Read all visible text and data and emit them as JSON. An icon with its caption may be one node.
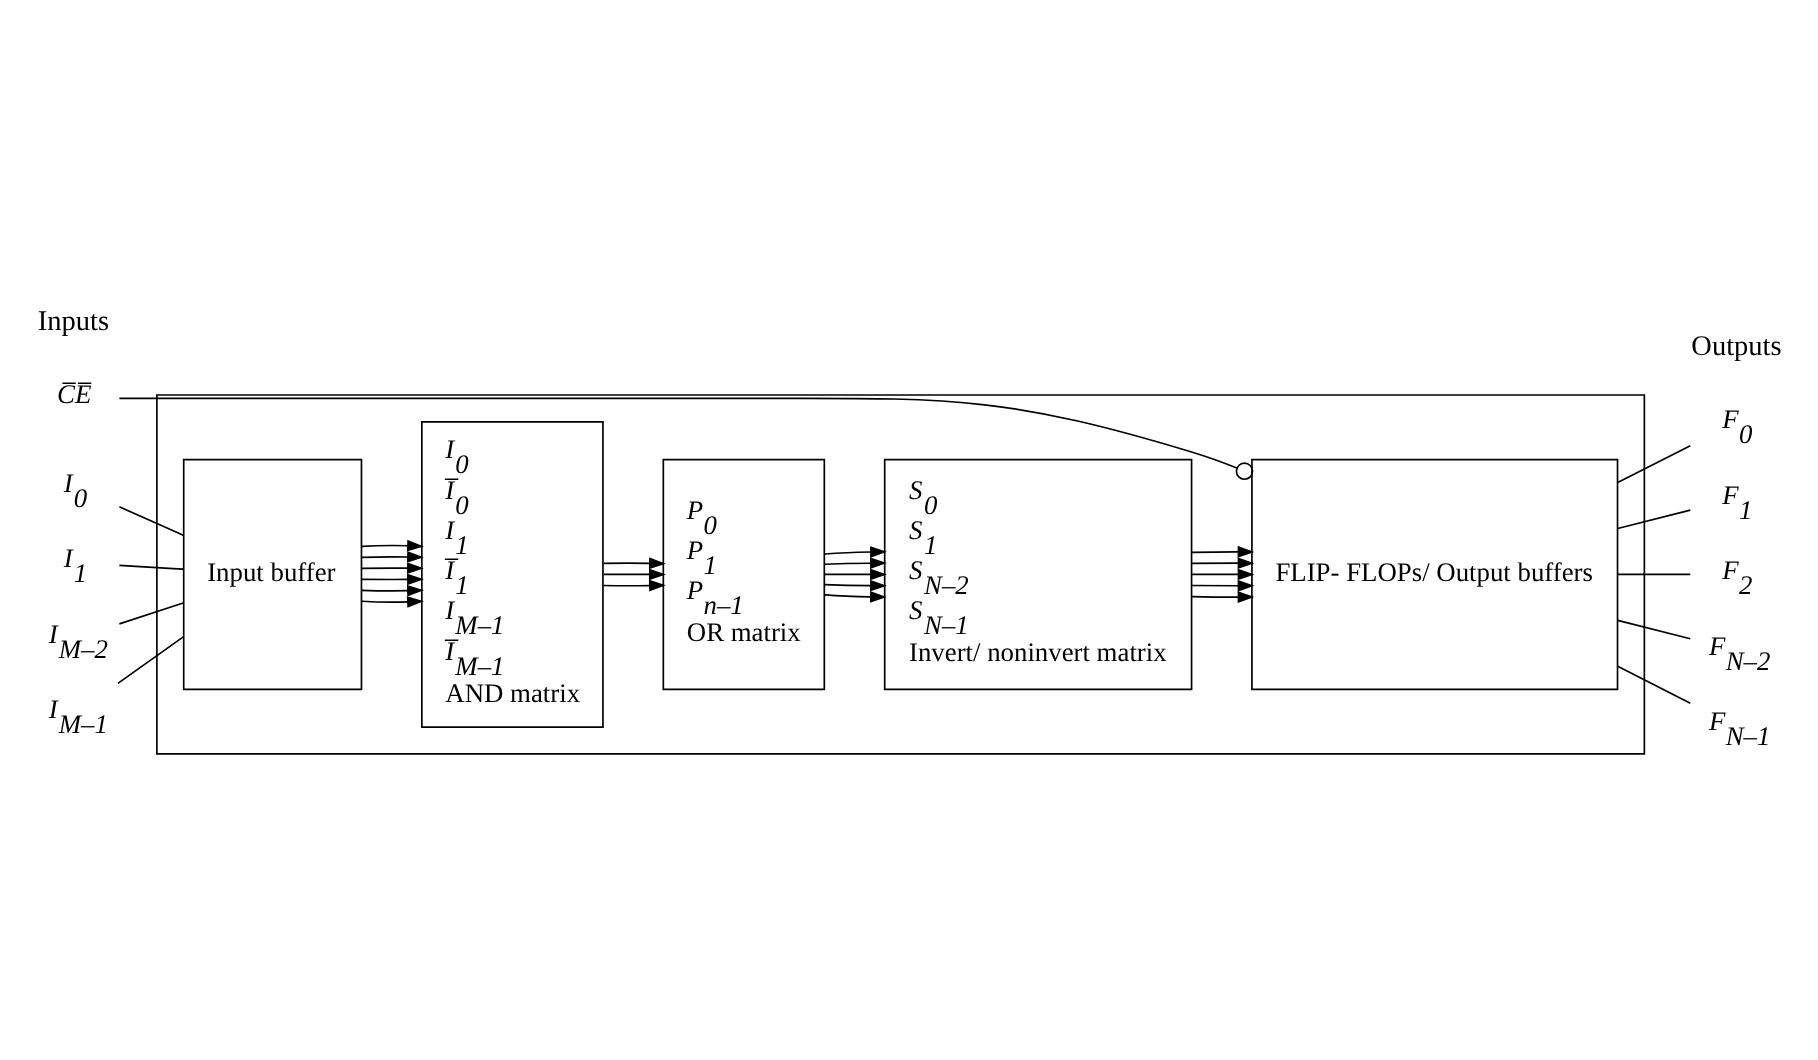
{
  "diagram": {
    "nodes": [
      {
        "text": [],
        "shape": "box"
      },
      {
        "text": [
          "Input buffer"
        ],
        "in": 0
      },
      {
        "text": [
          "I$_{0}$",
          "I̅$_{0}$",
          "I$_{1}$",
          "I̅$_{1}$",
          "I$_{M–1}$",
          "I̅$_{M–1}$",
          "AND matrix"
        ],
        "in": 0
      },
      {
        "text": [
          "P$_{0}$",
          "P$_{1}$",
          "P$_{n–1}$",
          "OR matrix"
        ],
        "in": 0
      },
      {
        "text": [
          "S$_{0}$",
          "S$_{1}$",
          "S$_{N–2}$",
          "S$_{N–1}$",
          "Invert/ noninvert matrix"
        ],
        "in": 0
      },
      {
        "text": [
          "FLIP- FLOPs/ Output buffers"
        ],
        "in": 0
      },
      {
        "text": [
          "I$_{0}$"
        ]
      },
      {
        "text": [
          "I$_{1}$"
        ]
      },
      {
        "text": [
          "I$_{M–2}$"
        ]
      },
      {
        "text": [
          "I$_{M–1}$"
        ]
      },
      {
        "text": [
          "F$_{0}$"
        ]
      },
      {
        "text": [
          "F$_{1}$"
        ]
      },
      {
        "text": [
          "F$_{2}$"
        ]
      },
      {
        "text": [
          "F$_{N–2}$"
        ]
      },
      {
        "text": [
          "F$_{N–1}$"
        ]
      },
      {
        "text": [
          "C̅E̅"
        ]
      }
    ],
    "edges": [
      {
        "from": 6,
        "to": 1,
        "arrow": "none"
      },
      {
        "from": 7,
        "to": 1,
        "arrow": "none"
      },
      {
        "from": 8,
        "to": 1,
        "arrow": "none"
      },
      {
        "from": 9,
        "to": 1,
        "arrow": "none"
      },
      {
        "from": 1,
        "to": 2,
        "arrow": "to"
      },
      {
        "from": 1,
        "to": 2,
        "arrow": "to"
      },
      {
        "from": 1,
        "to": 2,
        "arrow": "to"
      },
      {
        "from": 1,
        "to": 2,
        "arrow": "to"
      },
      {
        "from": 1,
        "to": 2,
        "arrow": "to"
      },
      {
        "from": 1,
        "to": 2,
        "arrow": "to"
      },
      {
        "from": 2,
        "to": 3,
        "arrow": "to"
      },
      {
        "from": 2,
        "to": 3,
        "arrow": "to"
      },
      {
        "from": 2,
        "to": 3,
        "arrow": "to"
      },
      {
        "from": 3,
        "to": 4,
        "arrow": "to"
      },
      {
        "from": 3,
        "to": 4,
        "arrow": "to"
      },
      {
        "from": 3,
        "to": 4,
        "arrow": "to"
      },
      {
        "from": 3,
        "to": 4,
        "arrow": "to"
      },
      {
        "from": 3,
        "to": 4,
        "arrow": "to"
      },
      {
        "from": 4,
        "to": 5,
        "arrow": "to"
      },
      {
        "from": 4,
        "to": 5,
        "arrow": "to"
      },
      {
        "from": 4,
        "to": 5,
        "arrow": "to"
      },
      {
        "from": 4,
        "to": 5,
        "arrow": "to"
      },
      {
        "from": 4,
        "to": 5,
        "arrow": "to"
      },
      {
        "from": 5,
        "to": 10,
        "arrow": "none"
      },
      {
        "from": 5,
        "to": 11,
        "arrow": "none"
      },
      {
        "from": 5,
        "to": 12,
        "arrow": "none"
      },
      {
        "from": 5,
        "to": 13,
        "arrow": "none"
      },
      {
        "from": 5,
        "to": 14,
        "arrow": "none"
      },
      {
        "from": 15,
        "to": 5,
        "arrow": "other"
      }
    ],
    "labels": [
      "Inputs",
      "Outputs"
    ]
  }
}
